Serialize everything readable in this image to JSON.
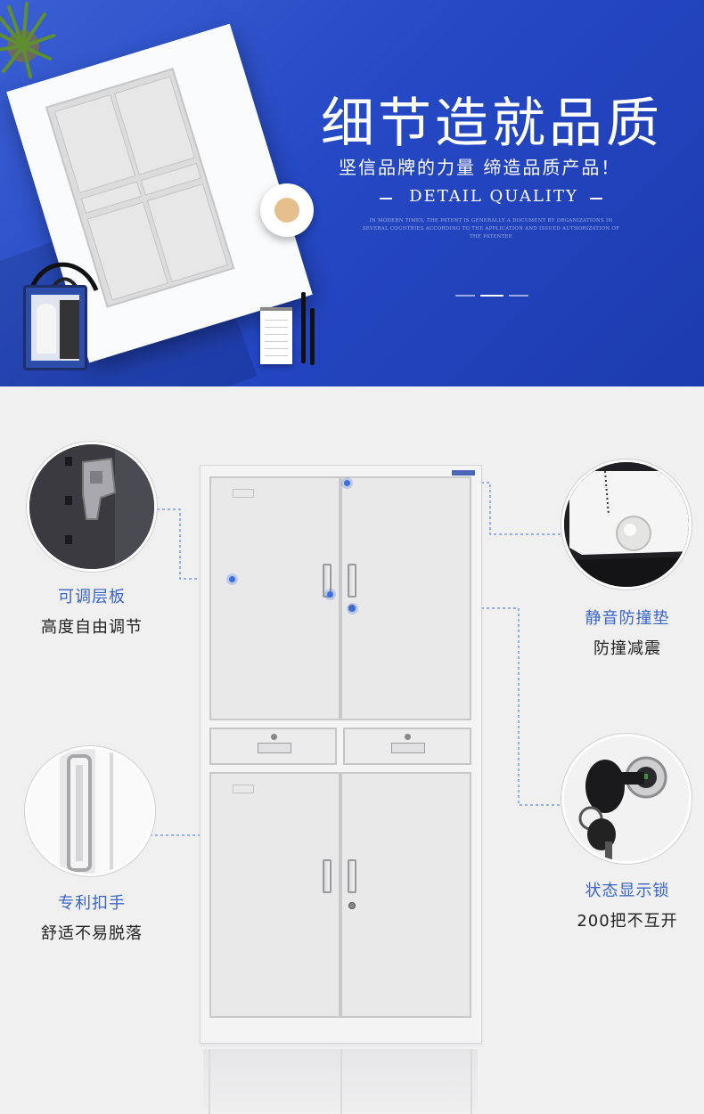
{
  "banner": {
    "title": "细节造就品质",
    "subtitle": "坚信品牌的力量 缔造品质产品！",
    "english_title": "DETAIL QUALITY",
    "fine_print": "IN MODERN TIMES, THE PATENT IS GENERALLY A DOCUMENT BY ORGANIZATIONS IN SEVERAL COUNTRIES ACCORDING TO THE APPLICATION AND ISSUED AUTHORIZATION OF THE PATENTEE",
    "background_color": "#2548c4"
  },
  "features": [
    {
      "title": "可调层板",
      "desc": "高度自由调节",
      "icon": "adjustable-shelf-clip-icon"
    },
    {
      "title": "专利扣手",
      "desc": "舒适不易脱落",
      "icon": "recessed-handle-icon"
    },
    {
      "title": "静音防撞垫",
      "desc": "防撞减震",
      "icon": "bumper-pad-icon"
    },
    {
      "title": "状态显示锁",
      "desc": "200把不互开",
      "icon": "key-lock-icon"
    }
  ],
  "colors": {
    "accent": "#3a64c8",
    "text": "#222222",
    "cabinet": "#e9e9ea"
  }
}
